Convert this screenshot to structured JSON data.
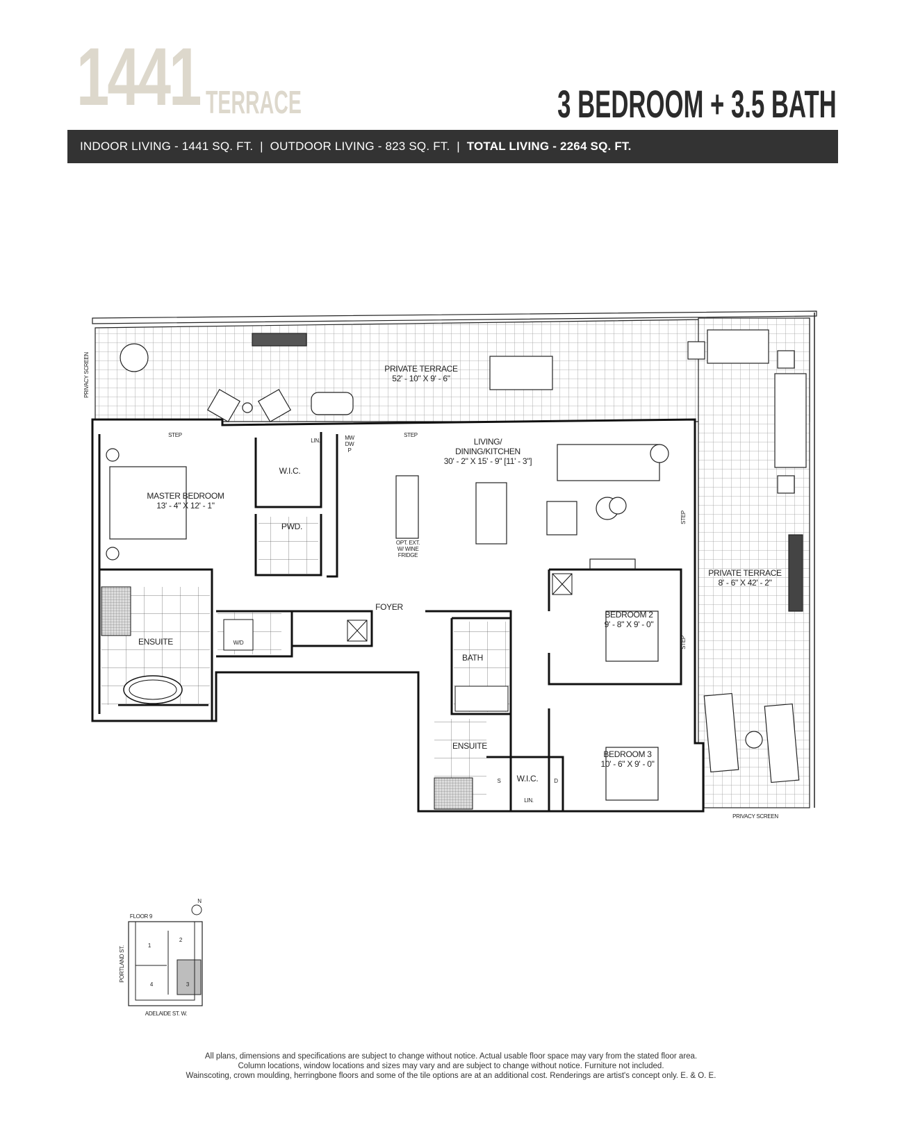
{
  "header": {
    "unit_number": "1441",
    "unit_type": "TERRACE",
    "suite_summary": "3 BEDROOM + 3.5  BATH"
  },
  "area_bar": {
    "indoor": "INDOOR LIVING - 1441 SQ. FT.",
    "separator": "  |  ",
    "outdoor": "OUTDOOR LIVING - 823 SQ. FT.",
    "total": "TOTAL LIVING - 2264 SQ. FT."
  },
  "floor_plan": {
    "rooms": {
      "terrace_north": {
        "name": "PRIVATE TERRACE",
        "dims": "52' - 10\" X 9' - 6\""
      },
      "living": {
        "name_line1": "LIVING/",
        "name_line2": "DINING/KITCHEN",
        "dims": "30' - 2\" X 15' - 9\" [11' - 3\"]"
      },
      "master_bedroom": {
        "name": "MASTER BEDROOM",
        "dims": "13' - 4\" X 12' - 1\""
      },
      "master_wic": "W.I.C.",
      "powder": "PWD.",
      "linen_1": "LIN.",
      "appliances": [
        "MW",
        "DW",
        "P"
      ],
      "island_note": [
        "OPT. EXT.",
        "W/ WINE",
        "FRIDGE"
      ],
      "master_ensuite": "ENSUITE",
      "laundry": "W/D",
      "foyer": "FOYER",
      "bath": "BATH",
      "bedroom_2": {
        "name": "BEDROOM 2",
        "dims": "9' - 8\" X 9' - 0\""
      },
      "terrace_east": {
        "name": "PRIVATE TERRACE",
        "dims": "8' - 6\" X 42' - 2\""
      },
      "ensuite_2": "ENSUITE",
      "wic_2": "W.I.C.",
      "linen_2": "LIN.",
      "wic_s": "S",
      "wic_d": "D",
      "bedroom_3": {
        "name": "BEDROOM 3",
        "dims": "10' - 6\" X 9' - 0\""
      }
    },
    "step_label": "STEP",
    "privacy_screen": "PRIVACY SCREEN"
  },
  "key_plan": {
    "floor": "FLOOR 9",
    "north": "N",
    "units": [
      "1",
      "2",
      "3",
      "4"
    ],
    "highlighted_unit": "3",
    "street_west": "PORTLAND ST.",
    "street_south": "ADELAIDE ST. W."
  },
  "disclaimer": [
    "All plans, dimensions and specifications are subject to change without notice. Actual usable floor space may vary from the stated floor area.",
    "Column locations, window locations and sizes may vary and are subject to change without notice. Furniture not included.",
    "Wainscoting, crown moulding, herringbone floors and some of the tile options are at an additional cost. Renderings are artist's concept only. E. & O. E."
  ],
  "colors": {
    "accent_beige": "#ddd8cc",
    "bar": "#333333",
    "key_highlight": "#bdbdbd"
  }
}
